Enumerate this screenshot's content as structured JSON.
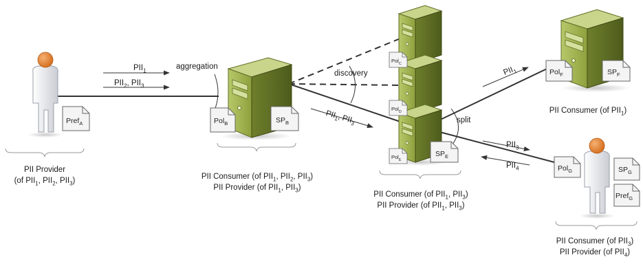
{
  "pref_a": "Pref_A",
  "pol_b": "Pol_B",
  "sp_b": "SP_B",
  "pol_c": "Pol_C",
  "pol_d": "Pol_D",
  "pol_e": "Pol_E",
  "sp_e": "SP_E",
  "pol_f": "Pol_F",
  "sp_f": "SP_F",
  "pol_g": "Pol_G",
  "sp_g": "SP_G",
  "pref_g": "Pref_G",
  "arrow_labels": {
    "pii1_a": "PII_1",
    "pii23_a": "PII_2, PII_3",
    "pii13_b": "PII_1, PII_3",
    "pii1_e": "PII_1",
    "pii3_e": "PII_3",
    "pii4_g": "PII_4"
  },
  "operation_labels": {
    "aggregation": "aggregation",
    "discovery": "discovery",
    "split": "split"
  },
  "captions": {
    "a_line1": "PII Provider",
    "a_line2": "(of PII_1, PII_2, PII_3)",
    "b_line1": "PII Consumer (of PII_1, PII_2, PII_3)",
    "b_line2": "PII Provider (of PII_1, PII_3)",
    "e_line1": "PII Consumer (of PII_1, PII_3)",
    "e_line2": "PII Provider (of PII_1, PII_3)",
    "f_line1": "PII Consumer (of PII_1)",
    "g_line1": "PII Consumer (of PII_3)",
    "g_line2": "PII Provider (of PII_4)"
  },
  "colors": {
    "server_green": "#9bb14b",
    "server_dark": "#6b7d2a",
    "person_head": "#e8842e",
    "person_body": "#e9ebef",
    "line": "#333333"
  }
}
